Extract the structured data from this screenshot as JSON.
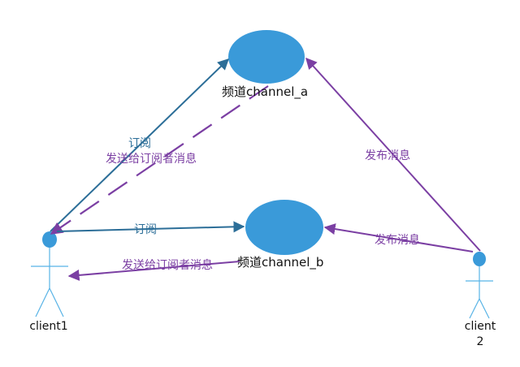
{
  "colors": {
    "node_fill": "#3a9ad9",
    "actor_line": "#58b3e6",
    "subscribe_arrow": "#2c6e98",
    "publish_arrow": "#7b3fa3"
  },
  "nodes": {
    "channel_a": "频道channel_a",
    "channel_b": "频道channel_b"
  },
  "actors": {
    "client1": "client1",
    "client2_line1": "client",
    "client2_line2": "2"
  },
  "edges": {
    "client1_subscribe_a": "订阅",
    "channel_a_send_client1": "发送给订阅者消息",
    "client1_subscribe_b": "订阅",
    "channel_b_send_client1": "发送给订阅者消息",
    "client2_publish_a": "发布消息",
    "client2_publish_b": "发布消息"
  }
}
